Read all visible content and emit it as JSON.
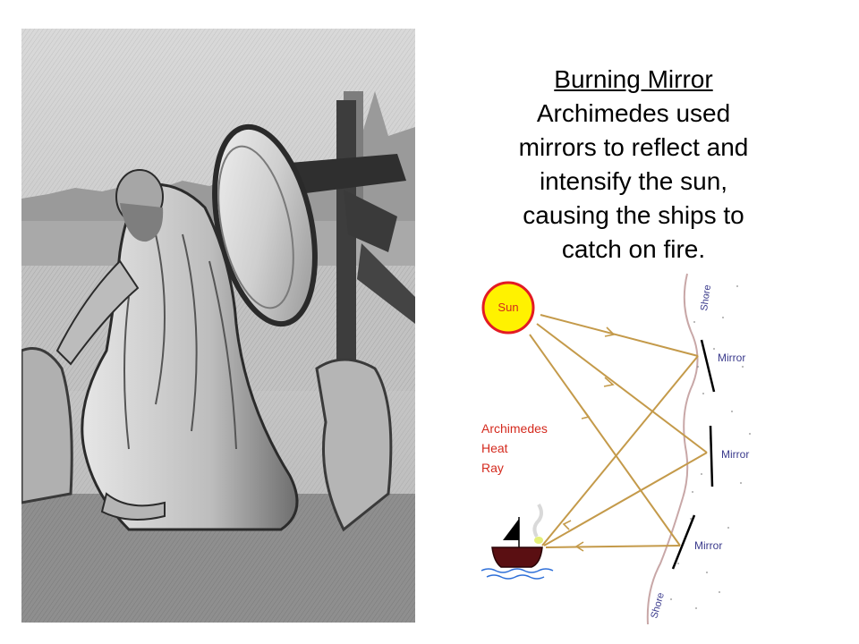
{
  "caption": {
    "title": "Burning Mirror",
    "lines": [
      "Archimedes used",
      "mirrors to reflect and",
      "intensify the sun,",
      "causing the ships to",
      "catch on fire."
    ]
  },
  "diagram": {
    "sun_label": "Sun",
    "shore_label": "Shore",
    "mirror_label": "Mirror",
    "heat_ray_lines": [
      "Archimedes",
      "Heat",
      "Ray"
    ]
  },
  "colors": {
    "sun_fill": "#FFF200",
    "sun_stroke": "#E31B23",
    "ray": "#C49A4A",
    "label_red": "#D42A1E",
    "label_blue": "#3A3A8C",
    "water": "#2E6FD8",
    "hull": "#5A0F12"
  }
}
